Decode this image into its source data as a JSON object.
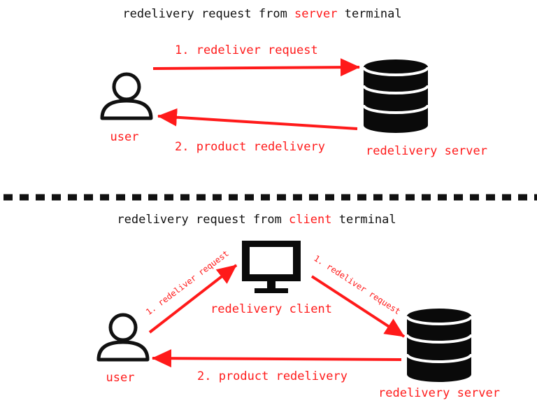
{
  "colors": {
    "accent": "#ff1a1a",
    "ink": "#111111"
  },
  "top": {
    "title_pre": "redelivery request from ",
    "title_hl": "server",
    "title_post": " terminal",
    "user_label": "user",
    "server_label": "redelivery server",
    "arrow1": "1. redeliver request",
    "arrow2": "2. product redelivery"
  },
  "bottom": {
    "title_pre": "redelivery request from ",
    "title_hl": "client",
    "title_post": " terminal",
    "user_label": "user",
    "client_label": "redelivery client",
    "server_label": "redelivery server",
    "arrow1a": "1. redeliver request",
    "arrow1b": "1. redeliver request",
    "arrow2": "2. product redelivery"
  }
}
